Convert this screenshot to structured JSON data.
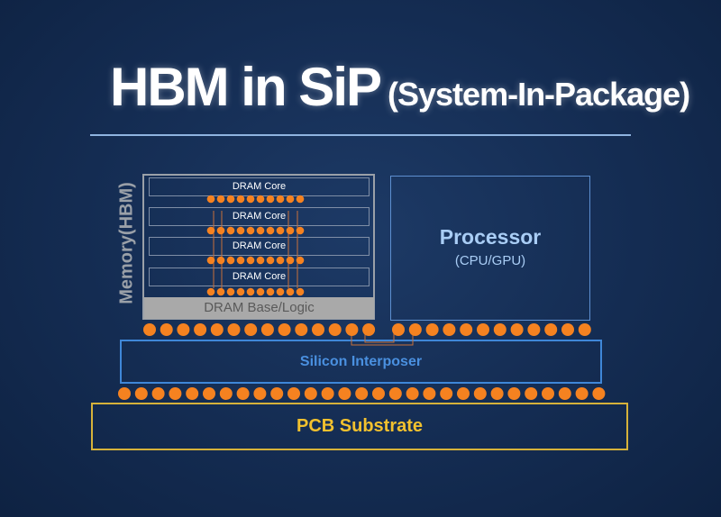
{
  "title": {
    "main": "HBM in SiP",
    "sub": "(System-In-Package)"
  },
  "memory": {
    "label": "Memory(HBM)",
    "cores": [
      "DRAM Core",
      "DRAM Core",
      "DRAM Core",
      "DRAM Core"
    ],
    "base": "DRAM Base/Logic"
  },
  "processor": {
    "title": "Processor",
    "subtitle": "(CPU/GPU)"
  },
  "interposer": {
    "label": "Silicon Interposer"
  },
  "pcb": {
    "label": "PCB Substrate"
  },
  "colors": {
    "bump": "#f58220",
    "interposer": "#3f87d8",
    "pcb": "#d6b23a",
    "processor": "#a9cdf5"
  }
}
